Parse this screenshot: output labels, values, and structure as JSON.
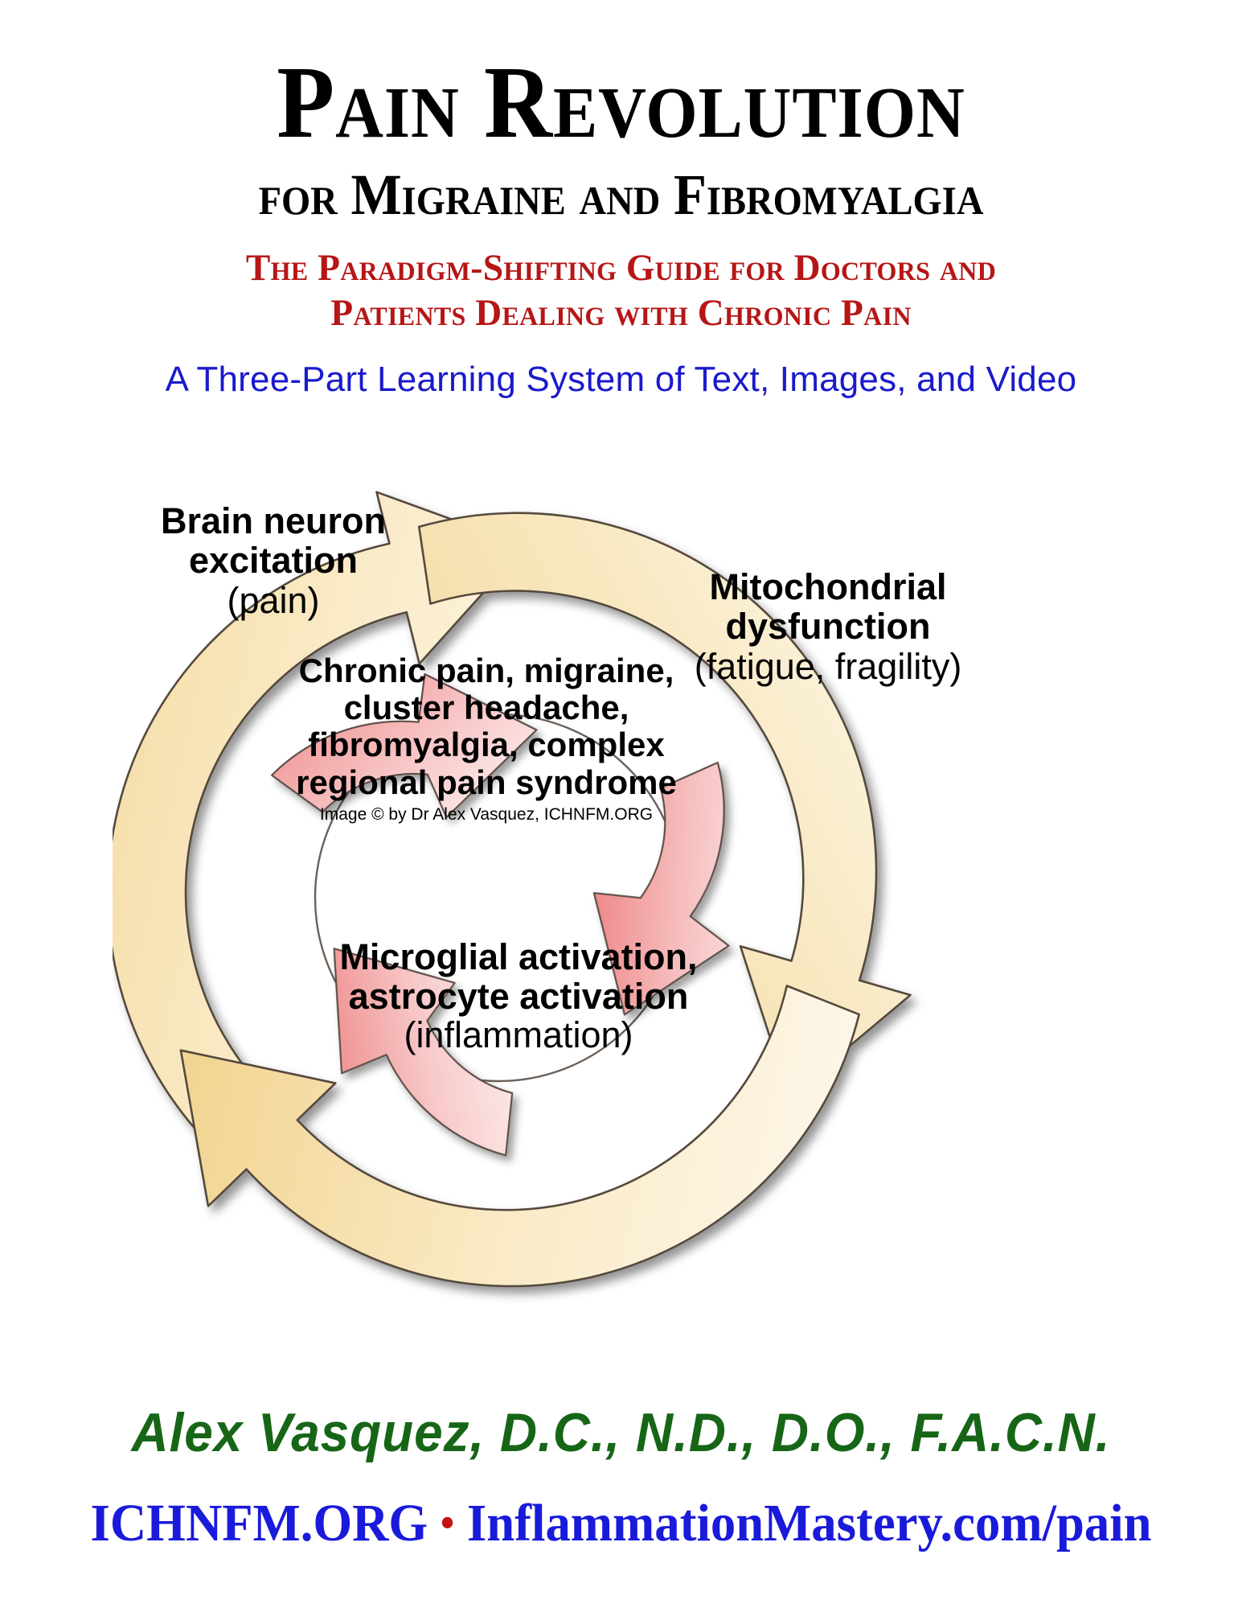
{
  "cover": {
    "main_title": "Pain Revolution",
    "sub_title": "for Migraine and Fibromyalgia",
    "red_subtitle_line1": "The Paradigm-Shifting Guide for Doctors and",
    "red_subtitle_line2": "Patients Dealing with Chronic Pain",
    "tagline": "A Three-Part Learning System of Text, Images, and Video",
    "author": "Alex Vasquez, D.C., N.D., D.O., F.A.C.N.",
    "site_primary": "ICHNFM.ORG",
    "site_separator": "•",
    "site_secondary": "InflammationMastery.com/pain"
  },
  "colors": {
    "title_black": "#000000",
    "red_subtitle": "#B61616",
    "blue_tagline": "#1A1ACC",
    "author_green": "#176617",
    "site_blue": "#1A1ADB",
    "bullet_red": "#C21414",
    "outer_arrow_tan": "#F5DCA4",
    "outer_arrow_light": "#FDF6E6",
    "inner_arrow_pink": "#F28A8A",
    "inner_arrow_light": "#FBE0E0",
    "arrow_outline": "#4A4038"
  },
  "diagram": {
    "title": "Vicious cycle of chronic pain",
    "outer_nodes": [
      {
        "id": "brain-neuron-excitation",
        "bold": "Brain neuron excitation",
        "light": "(pain)"
      },
      {
        "id": "mitochondrial-dysfunction",
        "bold": "Mitochondrial dysfunction",
        "light": "(fatigue, fragility)"
      },
      {
        "id": "microglial-astrocyte-activation",
        "bold": "Microglial activation, astrocyte activation",
        "light": "(inflammation)"
      }
    ],
    "center": {
      "text": "Chronic pain, migraine, cluster headache, fibromyalgia, complex regional pain syndrome",
      "credit": "Image © by Dr Alex Vasquez, ICHNFM.ORG"
    }
  }
}
